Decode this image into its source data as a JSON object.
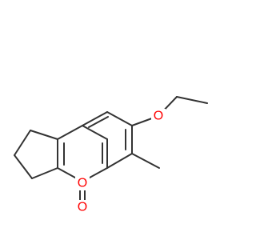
{
  "molecule": {
    "colors": {
      "background": "#ffffff",
      "bond": "#333333",
      "oxygen": "#ff0000"
    },
    "atoms": {
      "ring_oxygen": "O",
      "carbonyl_oxygen": "O",
      "ether_oxygen": "O"
    }
  }
}
